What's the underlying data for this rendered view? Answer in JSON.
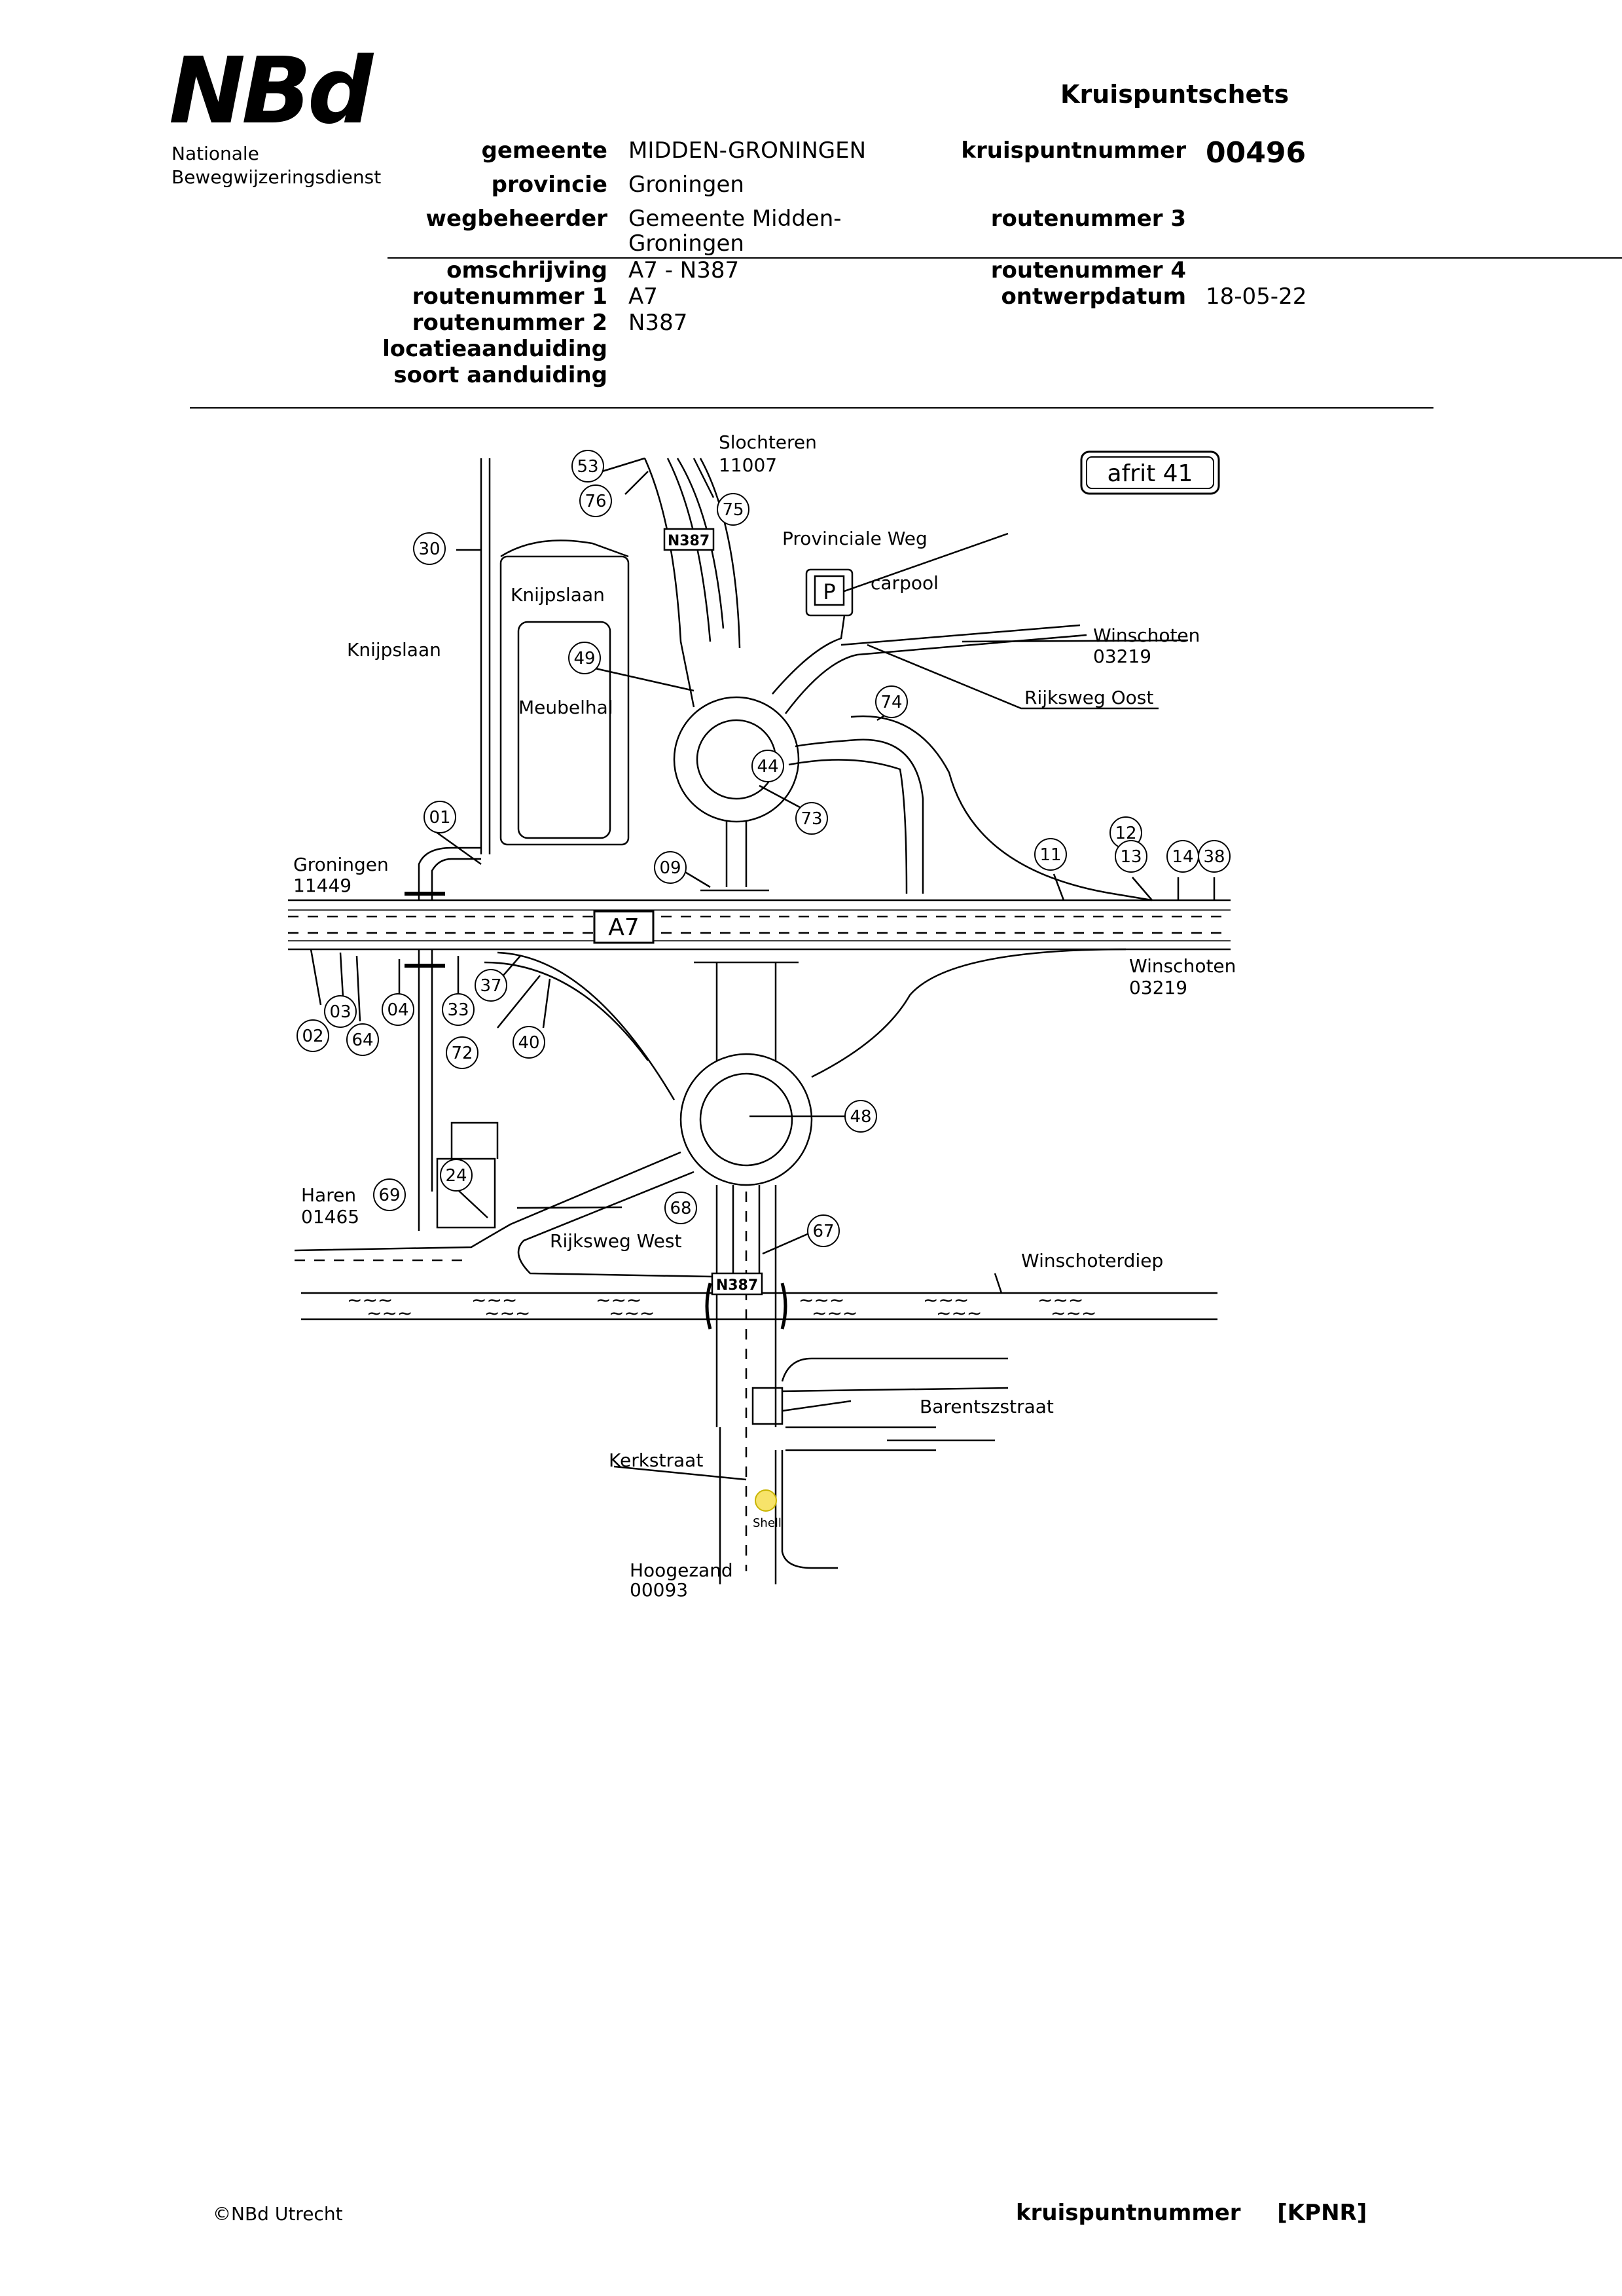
{
  "logo": {
    "mark": "NBd",
    "line1": "Nationale",
    "line2": "Bewegwijzeringsdienst"
  },
  "document_title": "Kruispuntschets",
  "fields": {
    "gemeente": {
      "label": "gemeente",
      "value": "MIDDEN-GRONINGEN"
    },
    "provincie": {
      "label": "provincie",
      "value": "Groningen"
    },
    "wegbeheerder": {
      "label": "wegbeheerder",
      "value_line1": "Gemeente Midden-",
      "value_line2": "Groningen"
    },
    "omschrijving": {
      "label": "omschrijving",
      "value": "A7 - N387"
    },
    "routenummer1": {
      "label": "routenummer 1",
      "value": "A7"
    },
    "routenummer2": {
      "label": "routenummer 2",
      "value": "N387"
    },
    "locatieaanduiding": {
      "label": "locatieaanduiding",
      "value": ""
    },
    "soort_aanduiding": {
      "label": "soort aanduiding",
      "value": ""
    },
    "kruispuntnummer": {
      "label": "kruispuntnummer",
      "value": "00496"
    },
    "routenummer3": {
      "label": "routenummer 3",
      "value": ""
    },
    "routenummer4": {
      "label": "routenummer 4",
      "value": ""
    },
    "ontwerpdatum": {
      "label": "ontwerpdatum",
      "value": "18-05-22"
    }
  },
  "map": {
    "exit_badge": "afrit 41",
    "motorway_shield": "A7",
    "road_shields": [
      "N387",
      "N387"
    ],
    "labels": {
      "slochteren": "Slochteren",
      "slochteren_code": "11007",
      "provinciale_weg": "Provinciale Weg",
      "carpool": "carpool",
      "parking": "P",
      "knijpslaan_a": "Knijpslaan",
      "knijpslaan_b": "Knijpslaan",
      "meubelhal": "Meubelhal",
      "winschoten_top": "Winschoten",
      "winschoten_top_code": "03219",
      "rijksweg_oost": "Rijksweg Oost",
      "groningen": "Groningen",
      "groningen_code": "11449",
      "winschoten_mid": "Winschoten",
      "winschoten_mid_code": "03219",
      "haren": "Haren",
      "haren_code": "01465",
      "rijksweg_west": "Rijksweg West",
      "winschoterdiep": "Winschoterdiep",
      "barentszstraat": "Barentszstraat",
      "kerkstraat": "Kerkstraat",
      "shell": "Shell",
      "hoogezand": "Hoogezand",
      "hoogezand_code": "00093",
      "water_symbol": "~~~"
    },
    "sign_numbers": [
      "53",
      "76",
      "75",
      "30",
      "49",
      "74",
      "44",
      "01",
      "73",
      "09",
      "11",
      "12",
      "13",
      "14",
      "38",
      "03",
      "04",
      "33",
      "37",
      "02",
      "64",
      "72",
      "40",
      "48",
      "24",
      "69",
      "68",
      "67"
    ]
  },
  "footer": {
    "copyright": "©NBd Utrecht",
    "kp_label": "kruispuntnummer",
    "kp_value": "[KPNR]"
  }
}
